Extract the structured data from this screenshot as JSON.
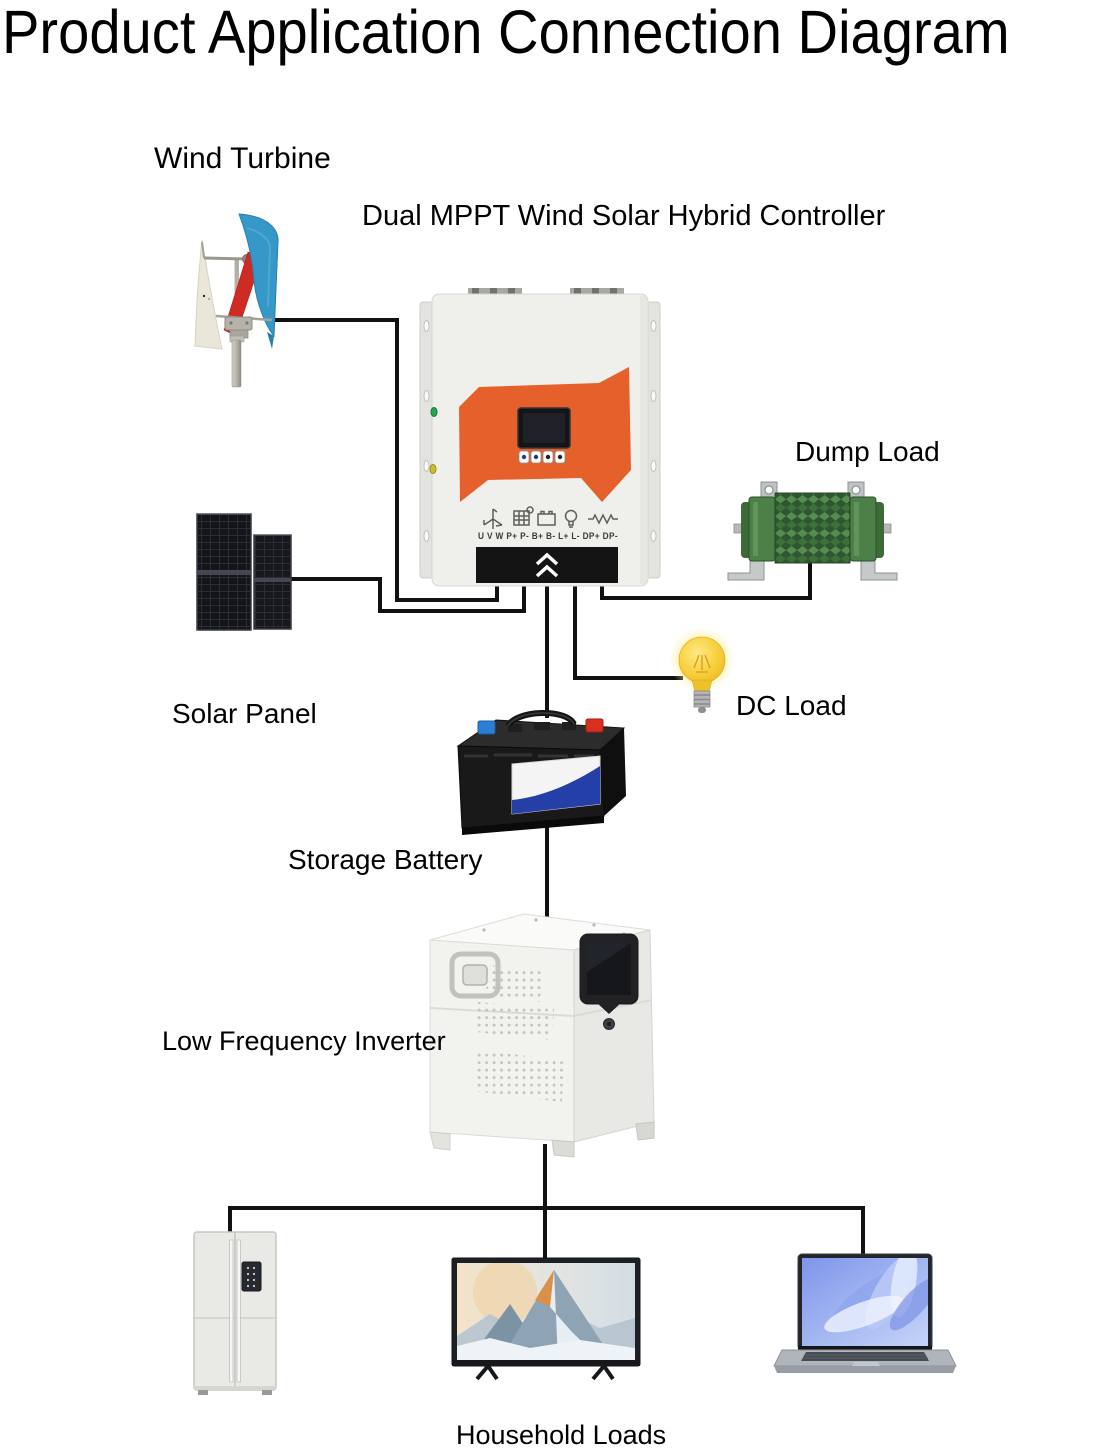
{
  "title": "Product Application Connection Diagram",
  "labels": {
    "wind_turbine": "Wind Turbine",
    "controller": "Dual MPPT Wind Solar Hybrid Controller",
    "dump_load": "Dump Load",
    "solar_panel": "Solar Panel",
    "dc_load": "DC Load",
    "storage_battery": "Storage Battery",
    "inverter": "Low Frequency Inverter",
    "household_loads": "Household Loads"
  },
  "controller": {
    "terminal_labels": "U  V  W  P+ P-  B+ B-  L+ L-  DP+ DP-",
    "terminal_icons": [
      "wind-turbine-icon",
      "solar-panel-icon",
      "battery-icon",
      "bulb-icon",
      "resistor-icon"
    ]
  },
  "connections": [
    {
      "from": "Wind Turbine",
      "to": "Controller U/V/W terminals"
    },
    {
      "from": "Solar Panel",
      "to": "Controller P+/P- terminals"
    },
    {
      "from": "Controller B+/B- terminals",
      "to": "Storage Battery"
    },
    {
      "from": "Controller L+/L- terminals",
      "to": "DC Load"
    },
    {
      "from": "Controller DP+/DP- terminals",
      "to": "Dump Load"
    },
    {
      "from": "Storage Battery",
      "to": "Low Frequency Inverter"
    },
    {
      "from": "Low Frequency Inverter",
      "to": "Household Loads (refrigerator, TV, laptop)"
    }
  ],
  "colors": {
    "wire": "#111111",
    "controller_accent": "#e5602a",
    "dump_load_green": "#4d8049",
    "bulb_yellow": "#f4c22c",
    "turbine_blue": "#3598c8",
    "turbine_red": "#cd2b24",
    "battery_label_blue": "#2440a8"
  }
}
